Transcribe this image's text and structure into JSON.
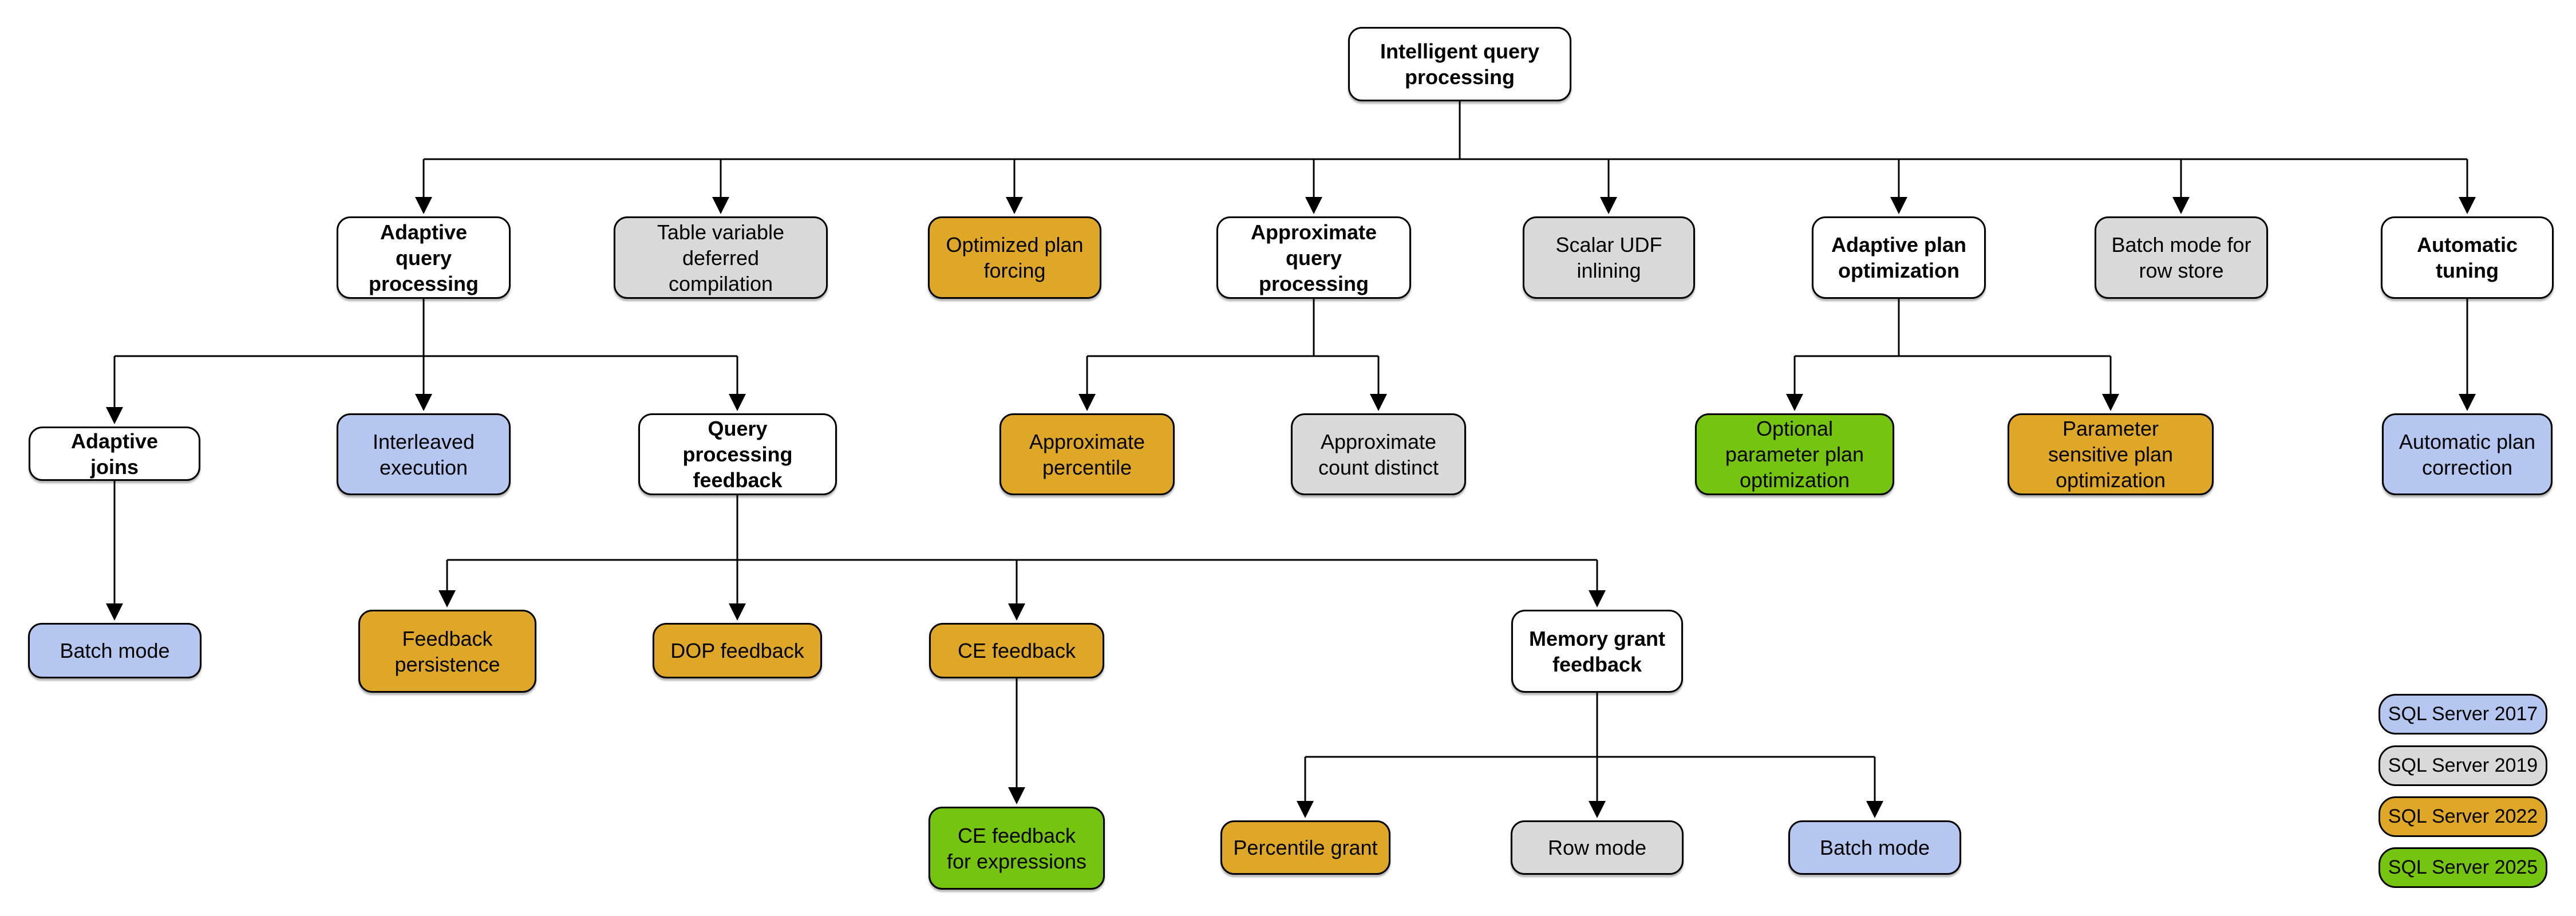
{
  "colors": {
    "background": "#ffffff",
    "line": "#000000",
    "node_white": "#ffffff",
    "node_gray": "#d9d9d9",
    "node_blue": "#b5c7f0",
    "node_gold": "#dfa728",
    "node_green": "#75c40f"
  },
  "nodes": {
    "root": {
      "label": "Intelligent query processing",
      "color": "white"
    },
    "adaptive_query_processing": {
      "label": "Adaptive query processing",
      "color": "white"
    },
    "table_variable_deferred_compilation": {
      "label": "Table variable deferred compilation",
      "color": "gray"
    },
    "optimized_plan_forcing": {
      "label": "Optimized plan forcing",
      "color": "gold"
    },
    "approximate_query_processing": {
      "label": "Approximate query processing",
      "color": "white"
    },
    "scalar_udf_inlining": {
      "label": "Scalar UDF inlining",
      "color": "gray"
    },
    "adaptive_plan_optimization": {
      "label": "Adaptive plan optimization",
      "color": "white"
    },
    "batch_mode_for_row_store": {
      "label": "Batch mode for row store",
      "color": "gray"
    },
    "automatic_tuning": {
      "label": "Automatic tuning",
      "color": "white"
    },
    "adaptive_joins": {
      "label": "Adaptive joins",
      "color": "white"
    },
    "interleaved_execution": {
      "label": "Interleaved execution",
      "color": "blue"
    },
    "query_processing_feedback": {
      "label": "Query processing feedback",
      "color": "white"
    },
    "approximate_percentile": {
      "label": "Approximate percentile",
      "color": "gold"
    },
    "approximate_count_distinct": {
      "label": "Approximate count distinct",
      "color": "gray"
    },
    "optional_parameter_plan_optimization": {
      "label": "Optional parameter plan optimization",
      "color": "green"
    },
    "parameter_sensitive_plan_optimization": {
      "label": "Parameter sensitive plan optimization",
      "color": "gold"
    },
    "automatic_plan_correction": {
      "label": "Automatic plan correction",
      "color": "blue"
    },
    "batch_mode_under_adaptive_joins": {
      "label": "Batch mode",
      "color": "blue"
    },
    "feedback_persistence": {
      "label": "Feedback persistence",
      "color": "gold"
    },
    "dop_feedback": {
      "label": "DOP feedback",
      "color": "gold"
    },
    "ce_feedback": {
      "label": "CE feedback",
      "color": "gold"
    },
    "memory_grant_feedback": {
      "label": "Memory grant feedback",
      "color": "white"
    },
    "ce_feedback_for_expressions": {
      "label": "CE feedback for expressions",
      "color": "green"
    },
    "percentile_grant": {
      "label": "Percentile grant",
      "color": "gold"
    },
    "row_mode": {
      "label": "Row mode",
      "color": "gray"
    },
    "batch_mode_under_memory_grant": {
      "label": "Batch mode",
      "color": "blue"
    }
  },
  "legend": {
    "items": [
      {
        "label": "SQL Server 2017",
        "color": "blue",
        "hex": "#b5c7f0"
      },
      {
        "label": "SQL Server 2019",
        "color": "gray",
        "hex": "#d9d9d9"
      },
      {
        "label": "SQL Server 2022",
        "color": "gold",
        "hex": "#dfa728"
      },
      {
        "label": "SQL Server 2025",
        "color": "green",
        "hex": "#75c40f"
      }
    ]
  }
}
